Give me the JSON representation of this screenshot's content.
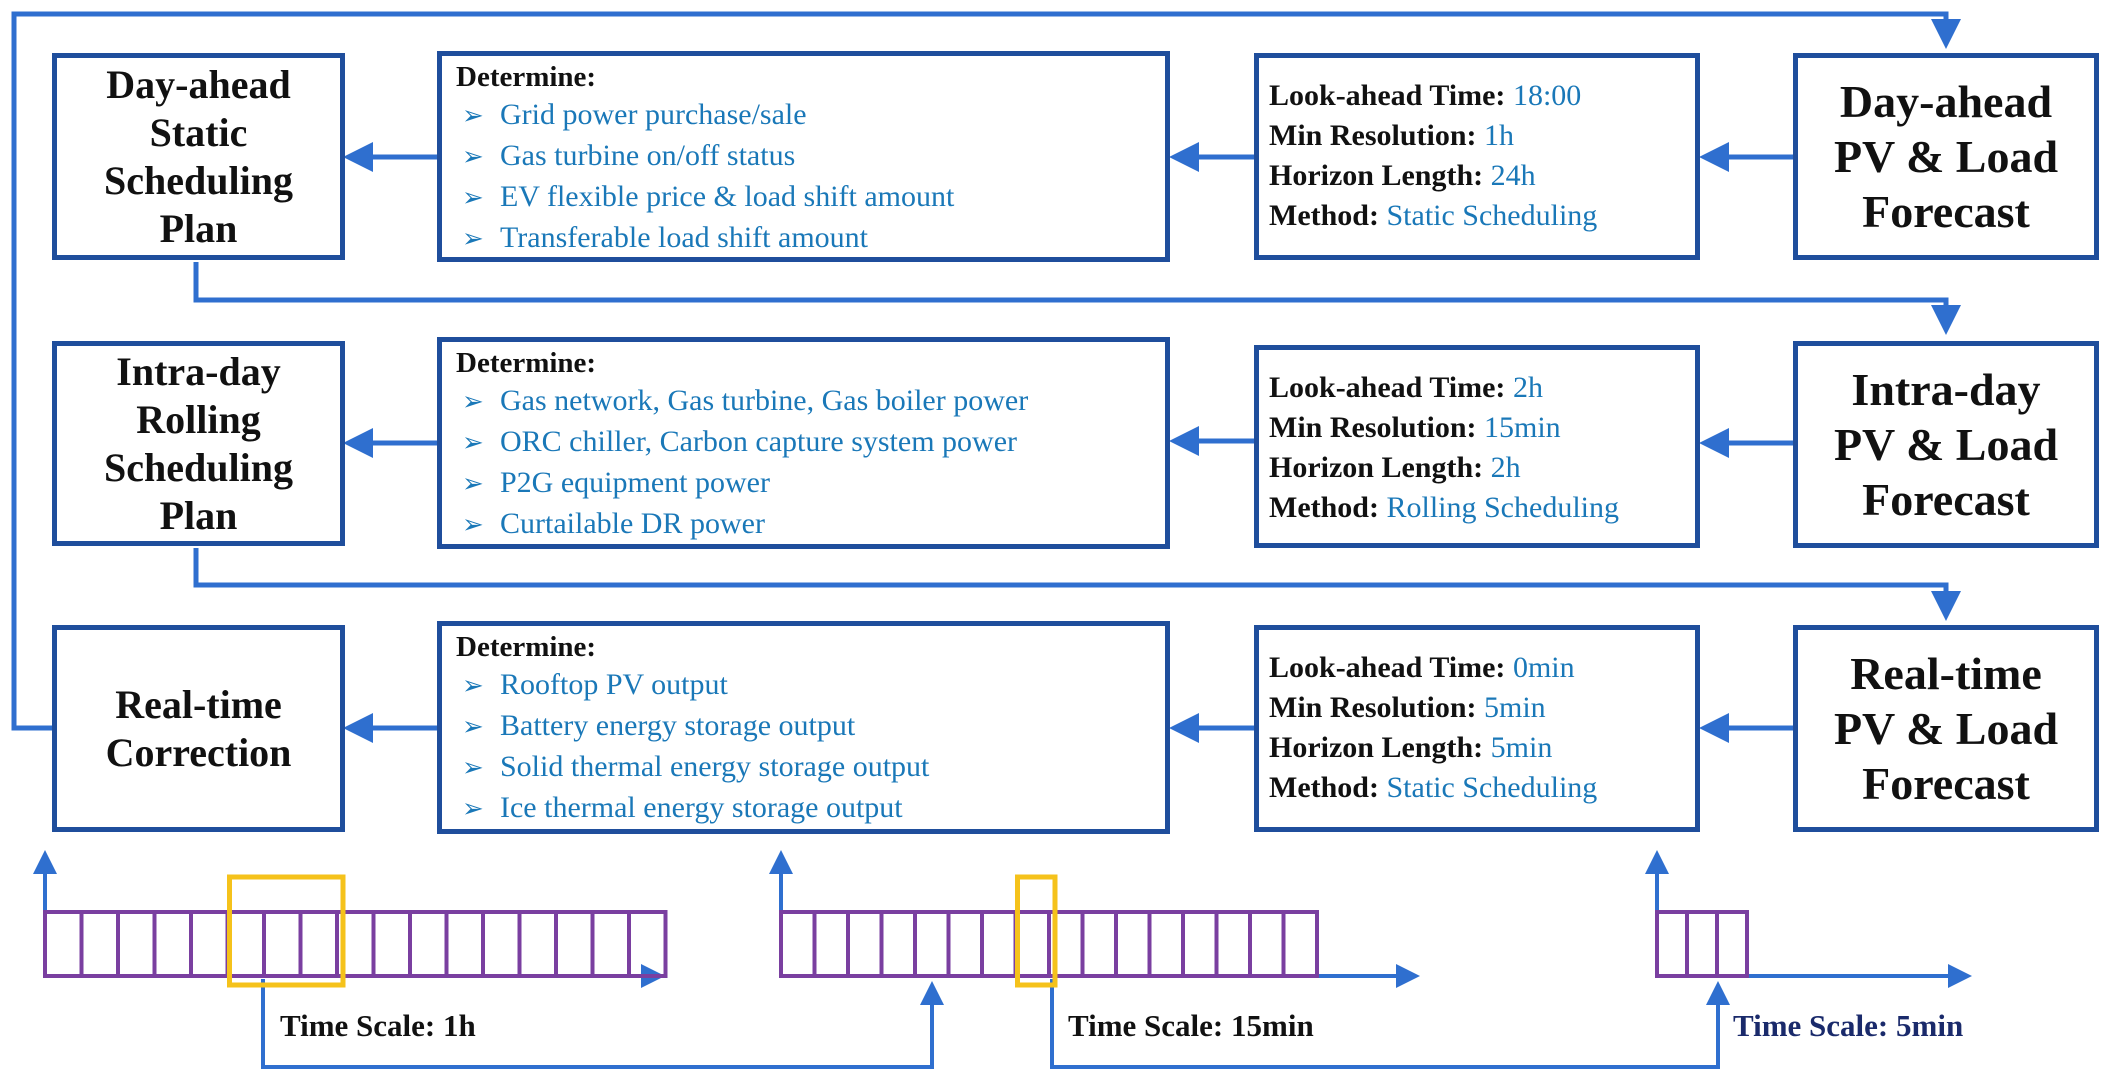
{
  "colors": {
    "line": "#2f6fcf",
    "box_border": "#1f4e9c",
    "value_text": "#1a78b8",
    "bars": "#7a3fa0",
    "highlight": "#f5c21b",
    "navy_label": "#1a2a6b"
  },
  "rows": [
    {
      "plan_title": "Day-ahead\nStatic\nScheduling\nPlan",
      "determine_header": "Determine:",
      "determine_items": [
        "Grid power purchase/sale",
        "Gas turbine on/off status",
        "EV flexible price & load shift amount",
        "Transferable load shift amount"
      ],
      "params": [
        {
          "key": "Look-ahead Time: ",
          "value": "18:00"
        },
        {
          "key": "Min Resolution: ",
          "value": "1h"
        },
        {
          "key": "Horizon Length: ",
          "value": "24h"
        },
        {
          "key": "Method: ",
          "value": "Static Scheduling"
        }
      ],
      "forecast_title": "Day-ahead\nPV & Load\nForecast"
    },
    {
      "plan_title": "Intra-day\nRolling\nScheduling\nPlan",
      "determine_header": "Determine:",
      "determine_items": [
        "Gas network, Gas turbine, Gas boiler power",
        "ORC chiller, Carbon capture system power",
        "P2G equipment power",
        "Curtailable DR power"
      ],
      "params": [
        {
          "key": "Look-ahead Time: ",
          "value": "2h"
        },
        {
          "key": "Min Resolution: ",
          "value": "15min"
        },
        {
          "key": "Horizon Length: ",
          "value": "2h"
        },
        {
          "key": "Method: ",
          "value": "Rolling Scheduling"
        }
      ],
      "forecast_title": "Intra-day\nPV & Load\nForecast"
    },
    {
      "plan_title": "Real-time\nCorrection",
      "determine_header": "Determine:",
      "determine_items": [
        "Rooftop PV output",
        "Battery energy storage output",
        "Solid thermal energy storage output",
        "Ice thermal energy storage output"
      ],
      "params": [
        {
          "key": "Look-ahead Time: ",
          "value": "0min"
        },
        {
          "key": "Min Resolution: ",
          "value": "5min"
        },
        {
          "key": "Horizon Length: ",
          "value": "5min"
        },
        {
          "key": "Method: ",
          "value": "Static Scheduling"
        }
      ],
      "forecast_title": "Real-time\nPV & Load\nForecast"
    }
  ],
  "bullet_glyph": "➢",
  "timescales": [
    {
      "label": "Time Scale: 1h",
      "bar_count": 17,
      "highlight_bars": [
        6,
        8
      ]
    },
    {
      "label": "Time Scale: 15min",
      "bar_count": 16,
      "highlight_bars": [
        8,
        8
      ]
    },
    {
      "label": "Time Scale: 5min",
      "bar_count": 3,
      "highlight_bars": []
    }
  ]
}
